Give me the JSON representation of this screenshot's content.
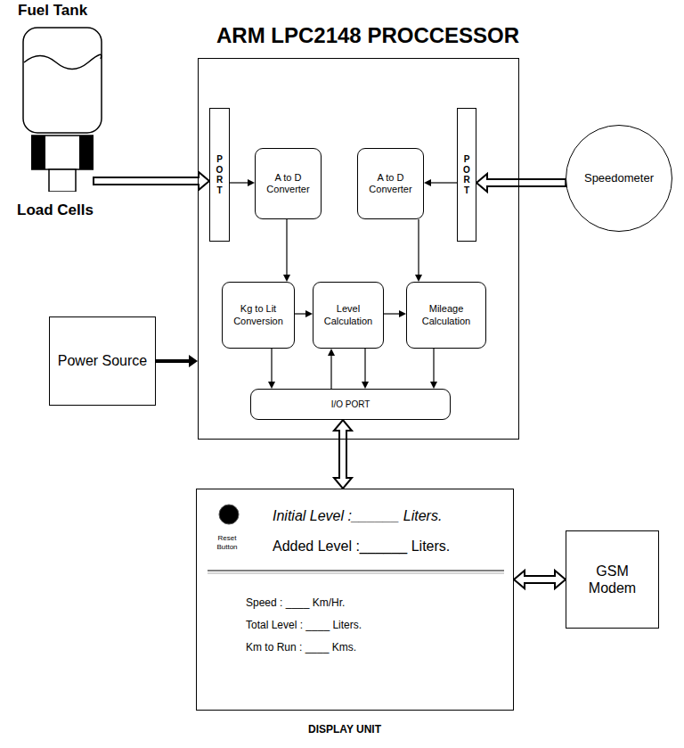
{
  "diagram": {
    "nodes": [
      {
        "text": [
          "Fuel Tank"
        ]
      },
      {
        "text": [
          "Load Cells"
        ]
      },
      {
        "text": [
          "ARM LPC2148 PROCCESSOR"
        ]
      },
      {
        "text": [
          "PORT"
        ],
        "in": 2
      },
      {
        "text": [
          "A to D Converter"
        ],
        "in": 2
      },
      {
        "text": [
          "A to D Converter"
        ],
        "in": 2
      },
      {
        "text": [
          "PORT"
        ],
        "in": 2
      },
      {
        "text": [
          "Speedometer"
        ]
      },
      {
        "text": [
          "Kg to Lit Conversion"
        ],
        "in": 2
      },
      {
        "text": [
          "Level Calculation"
        ],
        "in": 2
      },
      {
        "text": [
          "Mileage Calculation"
        ],
        "in": 2
      },
      {
        "text": [
          "Power Source"
        ]
      },
      {
        "text": [
          "I/O PORT"
        ],
        "in": 2
      },
      {
        "text": [
          "DISPLAY UNIT",
          "Reset Button",
          "Initial Level :______ Liters.",
          "Added Level :______ Liters.",
          "Speed : ____ Km/Hr.",
          "Total Level : ____ Liters.",
          "Km to Run : ____ Kms."
        ]
      },
      {
        "text": [
          "GSM Modem"
        ]
      }
    ],
    "edges": [
      {
        "from": 1,
        "to": 3,
        "arrow": "to"
      },
      {
        "from": 3,
        "to": 4,
        "arrow": "to"
      },
      {
        "from": 7,
        "to": 6,
        "arrow": "to"
      },
      {
        "from": 6,
        "to": 5,
        "arrow": "to"
      },
      {
        "from": 4,
        "to": 8,
        "arrow": "to"
      },
      {
        "from": 5,
        "to": 10,
        "arrow": "to"
      },
      {
        "from": 8,
        "to": 9,
        "arrow": "to"
      },
      {
        "from": 9,
        "to": 10,
        "arrow": "to"
      },
      {
        "from": 8,
        "to": 12,
        "arrow": "to"
      },
      {
        "from": 12,
        "to": 9,
        "arrow": "to"
      },
      {
        "from": 9,
        "to": 12,
        "arrow": "to"
      },
      {
        "from": 10,
        "to": 12,
        "arrow": "to"
      },
      {
        "from": 11,
        "to": 2,
        "arrow": "to"
      },
      {
        "from": 12,
        "to": 13,
        "arrow": "both"
      },
      {
        "from": 13,
        "to": 14,
        "arrow": "both"
      }
    ]
  }
}
